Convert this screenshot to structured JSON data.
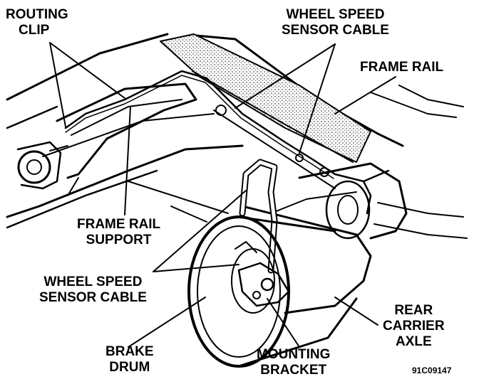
{
  "labels": {
    "routing_clip": [
      "ROUTING",
      "CLIP"
    ],
    "wss_cable_top": [
      "WHEEL SPEED",
      "SENSOR CABLE"
    ],
    "frame_rail": "FRAME RAIL",
    "frame_rail_support": [
      "FRAME RAIL",
      "SUPPORT"
    ],
    "wss_cable_bottom": [
      "WHEEL SPEED",
      "SENSOR CABLE"
    ],
    "brake_drum": [
      "BRAKE",
      "DRUM"
    ],
    "mounting_bracket": [
      "MOUNTING",
      "BRACKET"
    ],
    "rear_carrier_axle": [
      "REAR",
      "CARRIER",
      "AXLE"
    ]
  },
  "figure_code": "91C09147",
  "colors": {
    "ink": "#000000",
    "paper": "#ffffff",
    "stipple": "#6f6f6f"
  }
}
